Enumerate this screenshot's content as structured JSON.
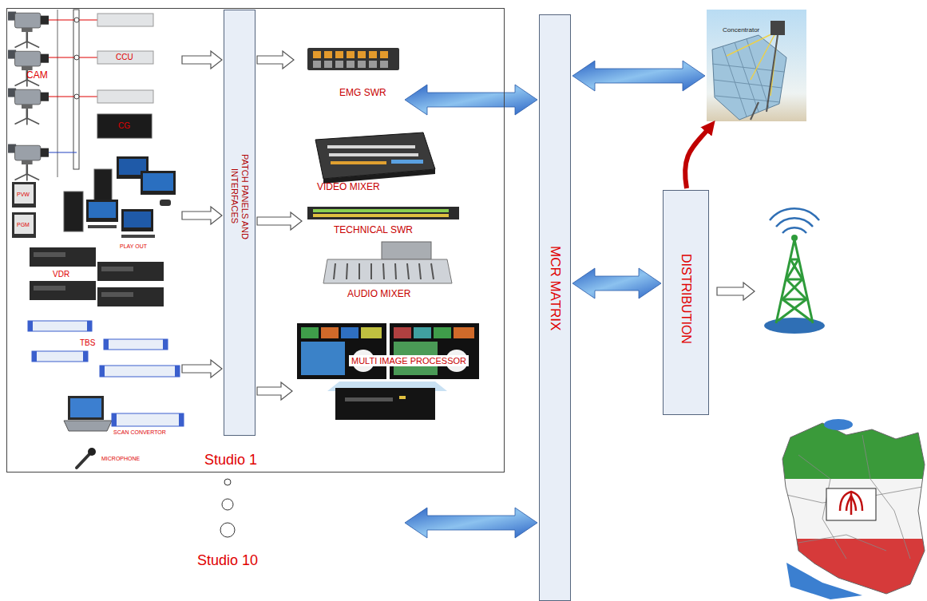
{
  "diagram": {
    "nodes": [
      {
        "text": [
          "Studio 1"
        ]
      },
      {
        "text": [
          "PATCH PANELS AND INTERFACES"
        ],
        "in": 0
      },
      {
        "text": [
          "EMG SWR"
        ],
        "in": 0
      },
      {
        "text": [
          "VIDEO MIXER"
        ],
        "in": 0
      },
      {
        "text": [
          "TECHNICAL SWR"
        ],
        "in": 0
      },
      {
        "text": [
          "AUDIO MIXER"
        ],
        "in": 0
      },
      {
        "text": [
          "MULTI IMAGE PROCESSOR"
        ],
        "in": 0
      },
      {
        "text": [
          "Studio 10"
        ]
      },
      {
        "text": [
          "MCR MATRIX"
        ]
      },
      {
        "text": [
          "DISTRIBUTION"
        ]
      },
      {
        "text": [
          "Concentrator"
        ]
      }
    ],
    "edges": [
      {
        "from": 1,
        "to": 2,
        "arrow": "to"
      },
      {
        "from": 1,
        "to": 4,
        "arrow": "to"
      },
      {
        "from": 1,
        "to": 6,
        "arrow": "to"
      },
      {
        "from": 2,
        "to": 8,
        "arrow": "both"
      },
      {
        "from": 8,
        "to": 10,
        "arrow": "both"
      },
      {
        "from": 8,
        "to": 9,
        "arrow": "both"
      },
      {
        "from": 7,
        "to": 8,
        "arrow": "both"
      },
      {
        "from": 9,
        "to": 10,
        "arrow": "to"
      }
    ],
    "labels": [
      "CCU",
      "CAM",
      "CG",
      "PVW",
      "PGM",
      "PLAY OUT",
      "VDR",
      "TBS",
      "SCAN CONVERTOR",
      "MICROPHONE"
    ]
  }
}
